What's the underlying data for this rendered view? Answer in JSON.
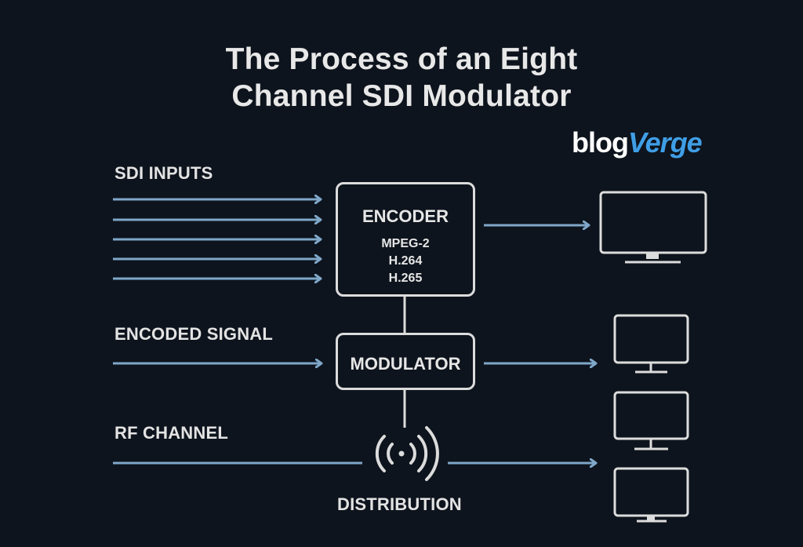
{
  "title": {
    "line1": "The Process of an Eight",
    "line2": "Channel SDI Modulator"
  },
  "logo": {
    "part1": "blog",
    "part2": "Verge"
  },
  "labels": {
    "sdi_inputs": "SDI INPUTS",
    "encoded_signal": "ENCODED SIGNAL",
    "rf_channel": "RF CHANNEL",
    "distribution": "DISTRIBUTION"
  },
  "encoder": {
    "title": "ENCODER",
    "codecs": [
      "MPEG-2",
      "H.264",
      "H.265"
    ]
  },
  "modulator": {
    "title": "MODULATOR"
  },
  "icons": {
    "distribution": "broadcast-signal-icon",
    "outputs": [
      "monitor-icon",
      "monitor-icon",
      "monitor-icon",
      "monitor-icon"
    ]
  },
  "colors": {
    "background": "#0e141d",
    "arrow": "#7fa7c9",
    "outline": "#dcdcdc",
    "logo_accent": "#3f9ee6"
  }
}
